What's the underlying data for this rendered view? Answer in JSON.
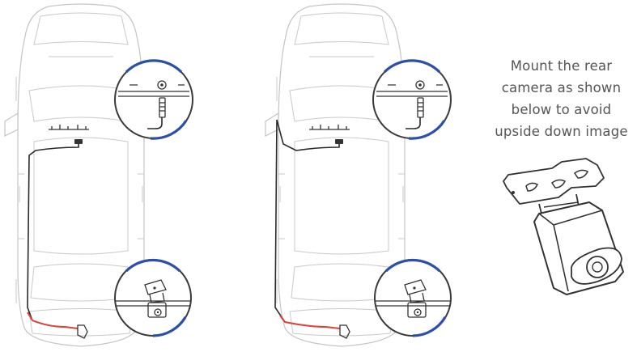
{
  "instruction": {
    "lines": [
      "Mount the rear",
      "camera as shown",
      "below to avoid",
      "upside down image"
    ]
  },
  "colors": {
    "outline": "#c4c4c4",
    "cable": "#2a2a2a",
    "cable_highlight": "#e0403a",
    "zoom_accent": "#2c4fa8",
    "text": "#555555"
  },
  "icons": {
    "car": "car-top-view-icon",
    "front_zoom": "front-camera-jack-icon",
    "rear_zoom": "rear-camera-icon",
    "camera_mount": "rear-camera-mount-icon"
  }
}
